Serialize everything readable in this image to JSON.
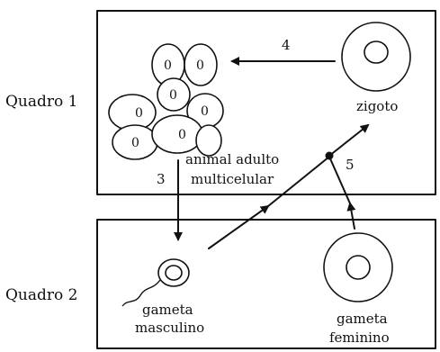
{
  "panels": {
    "panel1_label": "Quadro 1",
    "panel2_label": "Quadro 2"
  },
  "labels": {
    "zygote": "zigoto",
    "adult_line1": "animal adulto",
    "adult_line2": "multicelular",
    "male_gamete_line1": "gameta",
    "male_gamete_line2": "masculino",
    "female_gamete_line1": "gameta",
    "female_gamete_line2": "feminino"
  },
  "step_numbers": {
    "mitosis_step": "4",
    "meiosis_step": "3",
    "fertilization_step": "5"
  },
  "cell_nucleus_mark": "0"
}
